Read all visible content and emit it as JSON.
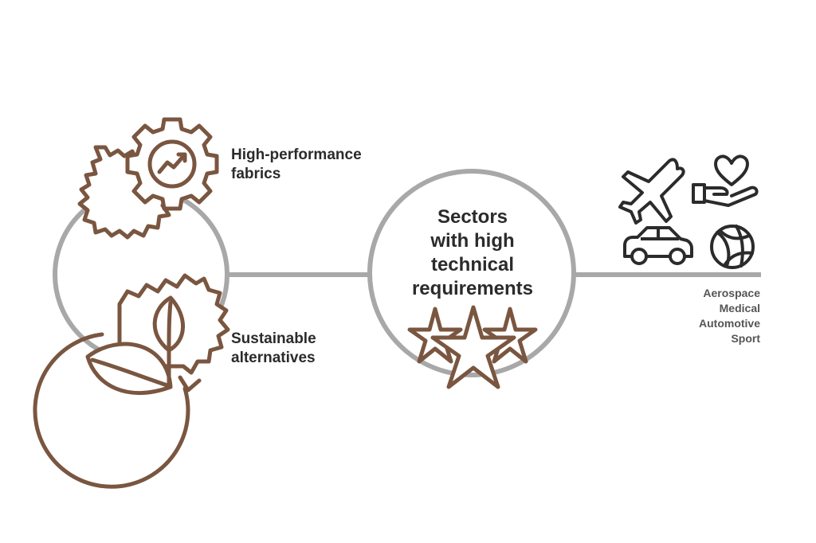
{
  "colors": {
    "accent_brown": "#7a5640",
    "line_gray": "#a8a8a8",
    "icon_dark": "#2b2b2b",
    "text_dark": "#2b2b2b",
    "text_gray": "#555555"
  },
  "left_node": {
    "top_item": {
      "icon": "gear-chart-icon",
      "lines": [
        "High-performance",
        "fabrics"
      ]
    },
    "bottom_item": {
      "icon": "gear-leaf-cycle-icon",
      "lines": [
        "Sustainable",
        "alternatives"
      ]
    }
  },
  "center_node": {
    "lines": [
      "Sectors",
      "with high",
      "technical",
      "requirements"
    ],
    "icon": "three-stars-icon"
  },
  "sectors": {
    "icons": [
      "airplane-icon",
      "heart-hand-icon",
      "car-icon",
      "ball-icon"
    ],
    "items": [
      "Aerospace",
      "Medical",
      "Automotive",
      "Sport"
    ]
  }
}
